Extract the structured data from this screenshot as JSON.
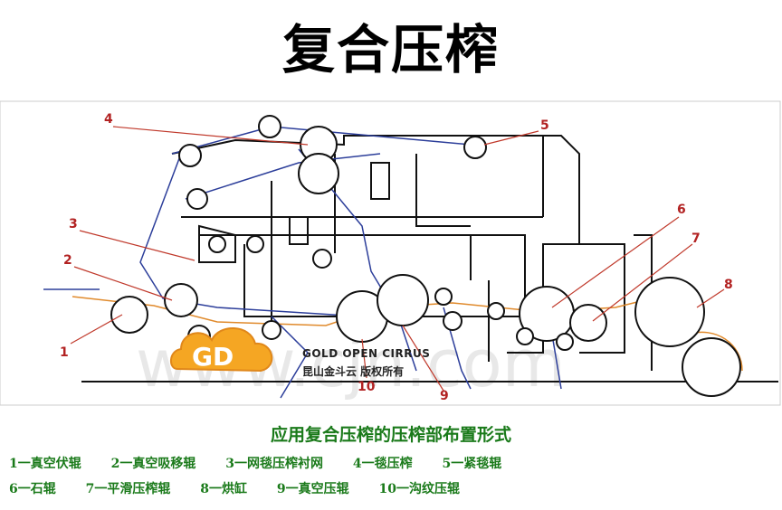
{
  "title": "复合压榨",
  "caption": "应用复合压榨的压榨部布置形式",
  "legend_row1": [
    "1一真空伏辊",
    "2一真空吸移辊",
    "3一网毯压榨衬网",
    "4一毯压榨",
    "5一紧毯辊"
  ],
  "legend_row2": [
    "6一石辊",
    "7一平滑压榨辊",
    "8一烘缸",
    "9一真空压辊",
    "10一沟纹压辊"
  ],
  "callouts": [
    "1",
    "2",
    "3",
    "4",
    "5",
    "6",
    "7",
    "8",
    "9",
    "10"
  ],
  "watermark": {
    "brand_en": "GOLD OPEN CIRRUS",
    "brand_cn": "昆山金斗云 版权所有",
    "bg_text": "www.cjn.com"
  },
  "colors": {
    "callout_line": "#c0392b",
    "felt_line": "#2c3e9a",
    "legend_text": "#1a7a1a",
    "logo_orange": "#f39c12"
  }
}
